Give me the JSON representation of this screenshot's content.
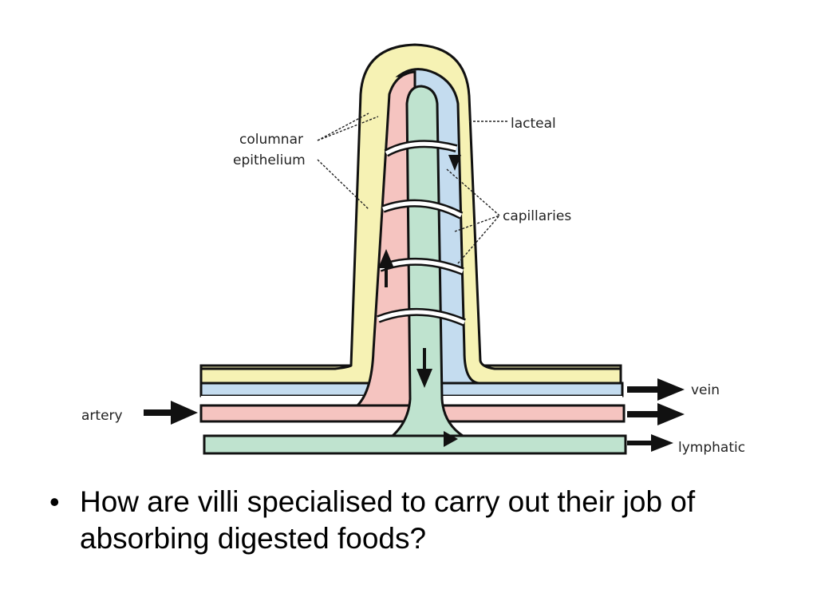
{
  "diagram": {
    "labels": {
      "columnar_line1": "columnar",
      "columnar_line2": "epithelium",
      "lacteal": "lacteal",
      "capillaries": "capillaries",
      "vein": "vein",
      "artery": "artery",
      "lymphatic": "lymphatic"
    },
    "colors": {
      "epithelium": "#f6f2b4",
      "vein_capillary": "#c4dcef",
      "artery_capillary": "#f5c4c0",
      "lacteal": "#bfe3cf",
      "outline": "#111111"
    }
  },
  "bullet": {
    "marker": "•",
    "text": "How are villi specialised to carry out their job of absorbing digested foods?"
  }
}
